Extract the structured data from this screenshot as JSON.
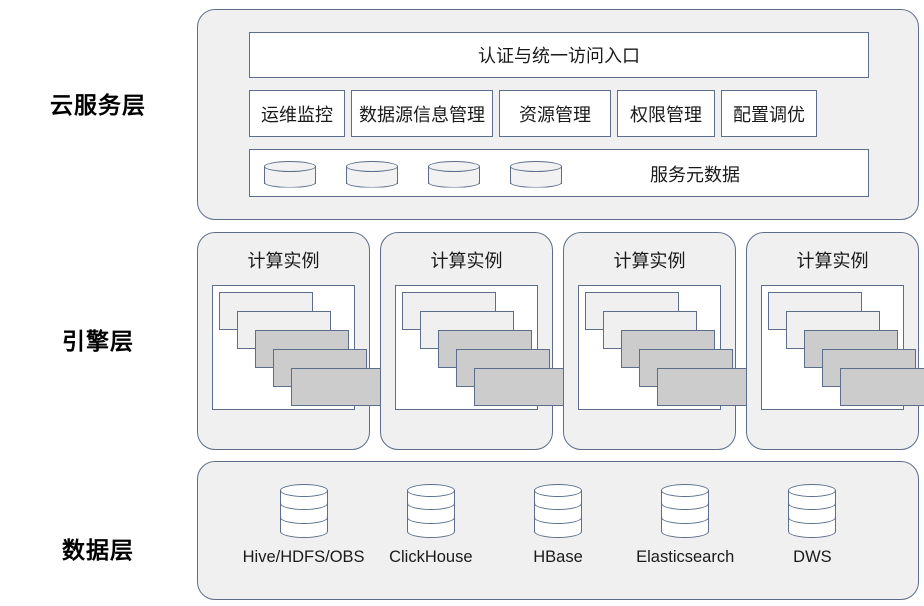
{
  "layers": [
    {
      "id": "cloud",
      "label": "云服务层"
    },
    {
      "id": "engine",
      "label": "引擎层"
    },
    {
      "id": "data",
      "label": "数据层"
    }
  ],
  "cloud_service_layer": {
    "auth_bar": {
      "label": "认证与统一访问入口"
    },
    "service_buttons": [
      {
        "label": "运维监控",
        "width": 96
      },
      {
        "label": "数据源信息管理",
        "width": 142
      },
      {
        "label": "资源管理",
        "width": 112
      },
      {
        "label": "权限管理",
        "width": 98
      },
      {
        "label": "配置调优",
        "width": 96
      }
    ],
    "metadata_bar": {
      "label": "服务元数据",
      "cylinder_count": 4,
      "cylinder_icon": "database-disk-icon"
    }
  },
  "engine_layer": {
    "instances": [
      {
        "title": "计算实例"
      },
      {
        "title": "计算实例"
      },
      {
        "title": "计算实例"
      },
      {
        "title": "计算实例"
      }
    ],
    "stack_cards": [
      {
        "index": 0,
        "fill": "light"
      },
      {
        "index": 1,
        "fill": "light"
      },
      {
        "index": 2,
        "fill": "gray"
      },
      {
        "index": 3,
        "fill": "gray"
      },
      {
        "index": 4,
        "fill": "gray"
      }
    ]
  },
  "data_layer": {
    "stores": [
      {
        "label": "Hive/HDFS/OBS",
        "icon": "database-cylinder-icon"
      },
      {
        "label": "ClickHouse",
        "icon": "database-cylinder-icon"
      },
      {
        "label": "HBase",
        "icon": "database-cylinder-icon"
      },
      {
        "label": "Elasticsearch",
        "icon": "database-cylinder-icon"
      },
      {
        "label": "DWS",
        "icon": "database-cylinder-icon"
      }
    ]
  },
  "colors": {
    "stroke": "#5D6E8C",
    "panel_fill": "#F0F0F0",
    "box_fill": "#FFFFFF",
    "card_light": "#F0F0F0",
    "card_gray": "#CCCCCC",
    "text": "#1a1a1a",
    "background": "#FFFFFF"
  }
}
